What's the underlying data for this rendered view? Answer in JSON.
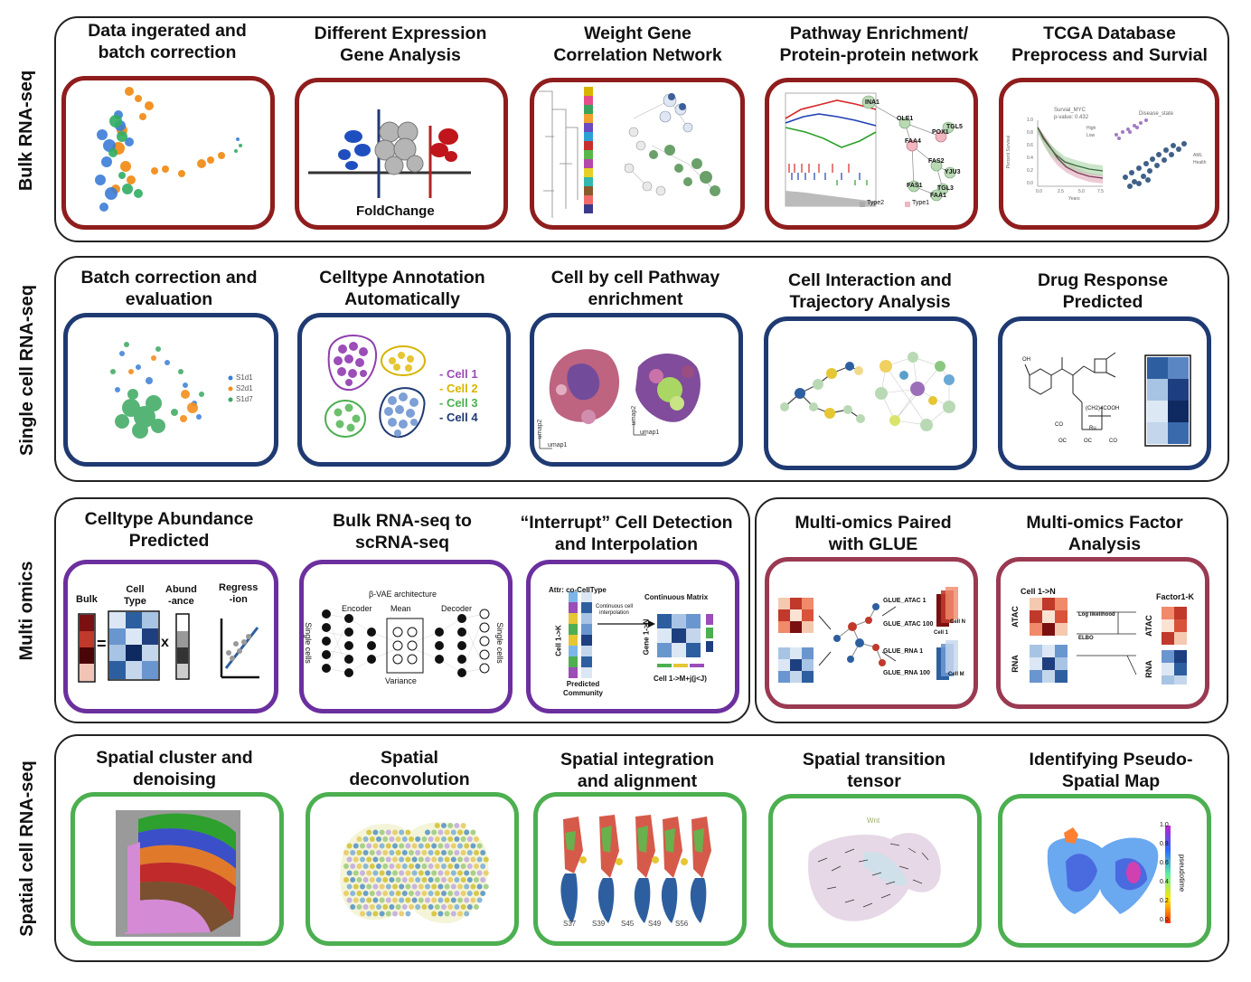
{
  "rows": [
    {
      "label": "Bulk RNA-seq"
    },
    {
      "label": "Single cell RNA-seq"
    },
    {
      "label": "Multi omics"
    },
    {
      "label": "Spatial cell RNA-seq"
    }
  ],
  "panels": {
    "bulk": [
      {
        "title": "Data ingerated and\nbatch correction"
      },
      {
        "title": "Different Expression\nGene Analysis",
        "caption": "FoldChange"
      },
      {
        "title": "Weight Gene\nCorrelation Network"
      },
      {
        "title": "Pathway Enrichment/\nProtein-protein network",
        "nodes": [
          "INA1",
          "OLE1",
          "POX1",
          "TGL5",
          "FAA4",
          "FAS2",
          "YJU3",
          "FAS1",
          "TGL3",
          "FAA1"
        ],
        "legend": [
          "Type2",
          "Type1"
        ]
      },
      {
        "title": "TCGA Database\nPreprocess and Survial",
        "plot_title": "Survial_MYC",
        "pvalue": "p-value: 0.432",
        "legend": [
          "High",
          "Low"
        ],
        "ylabel": "Percent Survival",
        "xlabel": "Years",
        "yticks": [
          "1.0",
          "0.8",
          "0.6",
          "0.4",
          "0.2",
          "0.0"
        ],
        "xticks": [
          "0.0",
          "2.5",
          "5.0",
          "7.5"
        ],
        "scatter_title": "Disease_state",
        "scatter_legend": [
          "AML",
          "Health"
        ]
      }
    ],
    "sc": [
      {
        "title": "Batch correction and\nevaluation",
        "legend": [
          "S1d1",
          "S2d1",
          "S1d7"
        ]
      },
      {
        "title": "Celltype Annotation\nAutomatically",
        "legend": [
          "- Cell 1",
          "- Cell 2",
          "- Cell 3",
          "- Cell 4"
        ]
      },
      {
        "title": "Cell by cell Pathway\nenrichment",
        "axes": [
          "umap1",
          "umap2",
          "umap1",
          "umap2"
        ]
      },
      {
        "title": "Cell Interaction and\nTrajectory Analysis"
      },
      {
        "title": "Drug Response\nPredicted",
        "chem_labels": [
          "(CH2)4COOH",
          "OH",
          "CO",
          "OC",
          "OC",
          "CO",
          "Ru"
        ]
      }
    ],
    "mo": [
      {
        "title": "Celltype Abundance\nPredicted",
        "labels": [
          "Bulk",
          "Cell\nType",
          "Abund\n-ance",
          "Regress\n-ion"
        ],
        "ops": [
          "=",
          "x"
        ]
      },
      {
        "title": "Bulk RNA-seq to\nscRNA-seq",
        "arch": "β-VAE architecture",
        "layers": [
          "Encoder",
          "Mean",
          "Decoder",
          "Variance"
        ],
        "side_left": "Single cells",
        "side_right": "Single cells"
      },
      {
        "title": "“Interrupt” Cell Detection\nand Interpolation",
        "attr": "Attr: co-CellType",
        "matrix": "Continuous Matrix",
        "arrow": "Continuous cell\ninterpolation",
        "left_axis": "Cell 1->K",
        "gene_axis": "Gene 1->N",
        "bottom": "Cell 1->M+j(j<J)",
        "community": "Predicted\nCommunity"
      },
      {
        "title": "Multi-omics Paired\nwith GLUE",
        "labels": [
          "GLUE_ATAC 1",
          "GLUE_ATAC 100",
          "Cell 1",
          "Cell N",
          "GLUE_RNA 1",
          "GLUE_RNA 100",
          "Cell M"
        ]
      },
      {
        "title": "Multi-omics Factor\nAnalysis",
        "labels": [
          "Cell 1->N",
          "Factor1-K",
          "ATAC",
          "RNA",
          "ATAC",
          "RNA",
          "Log likelihood",
          "ELBO"
        ]
      }
    ],
    "sp": [
      {
        "title": "Spatial cluster and\ndenoising"
      },
      {
        "title": "Spatial\ndeconvolution"
      },
      {
        "title": "Spatial integration\nand alignment",
        "samples": [
          "S37",
          "S39",
          "S45",
          "S49",
          "S56"
        ]
      },
      {
        "title": "Spatial transition\ntensor",
        "label": "Wnt"
      },
      {
        "title": "Identifying Pseudo-\nSpatial Map",
        "colorbar": [
          "1.0",
          "0.8",
          "0.6",
          "0.4",
          "0.2",
          "0.0"
        ],
        "colorbar_label": "pseudotime"
      }
    ]
  },
  "colors": {
    "bulk": "#8f1d1d",
    "sc": "#1f3a72",
    "multi": "#6b2f9e",
    "glue": "#9a3a52",
    "spatial": "#4caf50"
  }
}
